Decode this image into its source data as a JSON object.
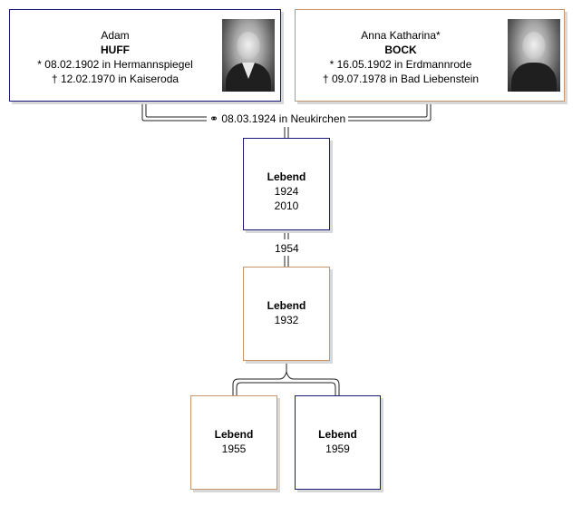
{
  "father": {
    "given": "Adam",
    "surname": "HUFF",
    "birth_symbol": "*",
    "birth": "08.02.1902 in Hermannspiegel",
    "death_symbol": "†",
    "death": "12.02.1970 in Kaiseroda"
  },
  "mother": {
    "given": "Anna Katharina*",
    "surname": "BOCK",
    "birth_symbol": "*",
    "birth": "16.05.1902 in Erdmannrode",
    "death_symbol": "†",
    "death": "09.07.1978 in Bad Liebenstein"
  },
  "marriage": {
    "symbol": "⚭",
    "text": "08.03.1924 in Neukirchen"
  },
  "child": {
    "name": "Lebend",
    "year1": "1924",
    "year2": "2010"
  },
  "child_marriage_year": "1954",
  "spouse": {
    "name": "Lebend",
    "year": "1932"
  },
  "grandchildren": [
    {
      "name": "Lebend",
      "year": "1955"
    },
    {
      "name": "Lebend",
      "year": "1959"
    }
  ],
  "colors": {
    "male_border": "#1a1a7a",
    "female_border": "#c8966e"
  }
}
